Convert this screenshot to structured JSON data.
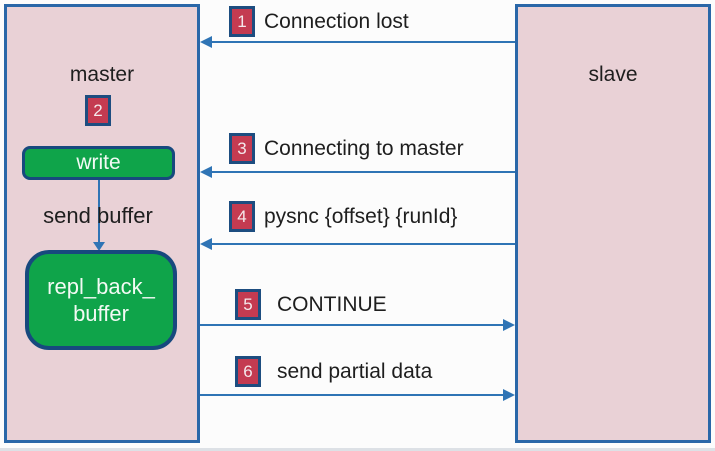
{
  "master": {
    "label": "master",
    "badge": "2",
    "write_label": "write",
    "send_buffer_label": "send buffer",
    "repl_buffer_line1": "repl_back_",
    "repl_buffer_line2": "buffer"
  },
  "slave": {
    "label": "slave"
  },
  "messages": [
    {
      "num": "1",
      "label": "Connection lost",
      "direction": "slave-to-master"
    },
    {
      "num": "3",
      "label": "Connecting to master",
      "direction": "slave-to-master"
    },
    {
      "num": "4",
      "label": "pysnc {offset} {runId}",
      "direction": "slave-to-master"
    },
    {
      "num": "5",
      "label": "CONTINUE",
      "direction": "master-to-slave"
    },
    {
      "num": "6",
      "label": "send partial data",
      "direction": "master-to-slave"
    }
  ],
  "colors": {
    "node_fill": "#e9d1d6",
    "node_border": "#2a67a8",
    "process_fill": "#0fa44a",
    "process_border": "#17497e",
    "badge_fill": "#c43b51",
    "badge_border": "#1d4d80",
    "arrow": "#2f74b5",
    "text": "#1e1e1e"
  }
}
